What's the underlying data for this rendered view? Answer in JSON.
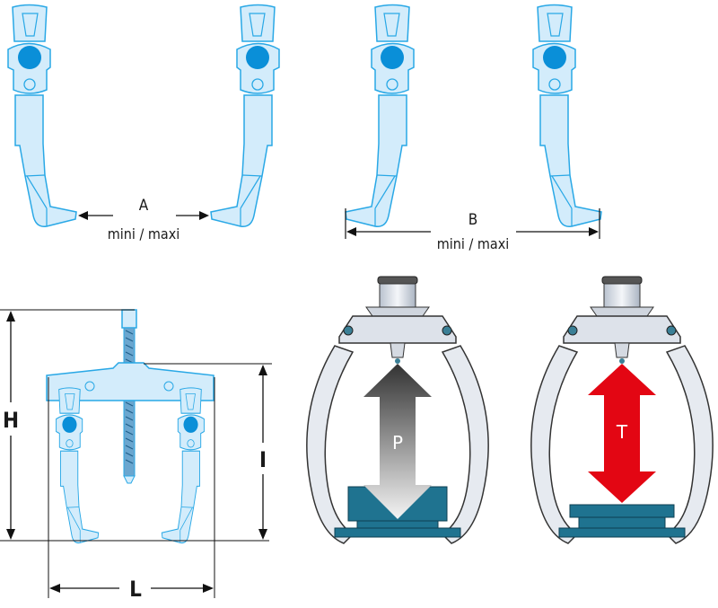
{
  "colors": {
    "jaw_fill": "#d3ecfb",
    "jaw_stroke": "#29a8e6",
    "jaw_dot": "#0a8fd8",
    "steel": "#dfe4ec",
    "base": "#1f7390",
    "arrow_p_dark": "#3a3a3a",
    "arrow_p_light": "#f2f2f2",
    "arrow_t": "#e30613"
  },
  "dimension_a": {
    "letter": "A",
    "caption": "mini / maxi"
  },
  "dimension_b": {
    "letter": "B",
    "caption": "mini / maxi"
  },
  "dimension_h": {
    "letter": "H"
  },
  "dimension_i": {
    "letter": "I"
  },
  "dimension_l": {
    "letter": "L"
  },
  "force_p": {
    "letter": "P"
  },
  "force_t": {
    "letter": "T"
  }
}
